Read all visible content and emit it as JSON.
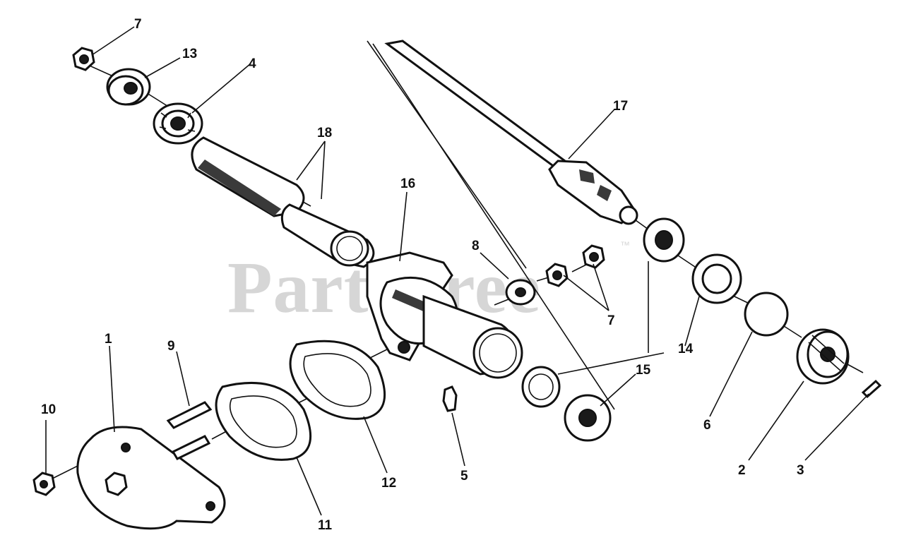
{
  "watermark": {
    "text": "PartsTree",
    "tm": "™"
  },
  "colors": {
    "ink": "#111111",
    "watermark": "#d6d6d6",
    "background": "#ffffff"
  },
  "callouts": {
    "c1": "1",
    "c2": "2",
    "c3": "3",
    "c4": "4",
    "c5": "5",
    "c6": "6",
    "c7a": "7",
    "c7b": "7",
    "c8": "8",
    "c9": "9",
    "c10": "10",
    "c11": "11",
    "c12": "12",
    "c13": "13",
    "c14": "14",
    "c15": "15",
    "c16": "16",
    "c17": "17",
    "c18": "18"
  }
}
